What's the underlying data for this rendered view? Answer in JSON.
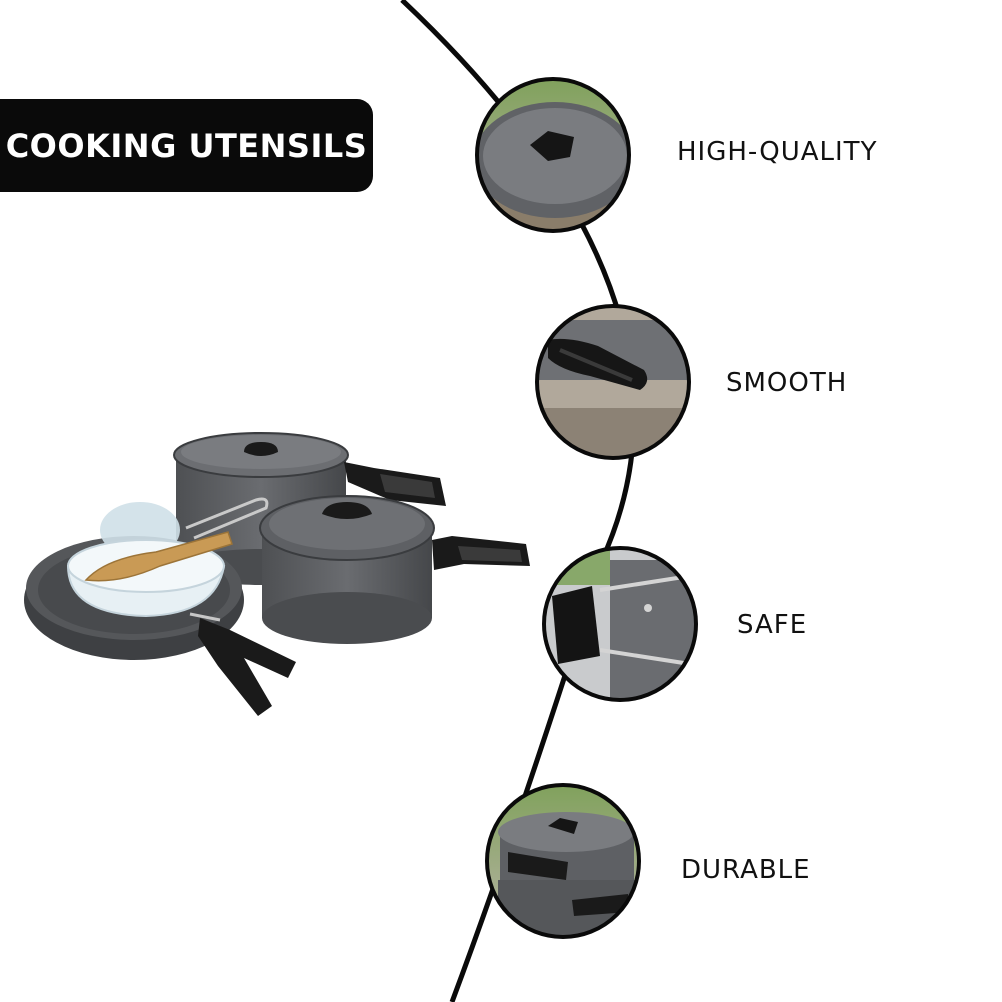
{
  "banner": {
    "title": "COOKING UTENSILS"
  },
  "features": [
    {
      "label": "HIGH-QUALITY",
      "icon": "pot-lid-closeup-icon"
    },
    {
      "label": "SMOOTH",
      "icon": "pan-handle-closeup-icon"
    },
    {
      "label": "SAFE",
      "icon": "folding-handle-closeup-icon"
    },
    {
      "label": "DURABLE",
      "icon": "stacked-pots-closeup-icon"
    }
  ],
  "colors": {
    "accent": "#0a0a0a",
    "pot": "#5a5c5f",
    "pot_dark": "#3a3c3f",
    "handle": "#1a1a1a",
    "wood": "#c99a55",
    "bowl": "#e8f0f4"
  }
}
